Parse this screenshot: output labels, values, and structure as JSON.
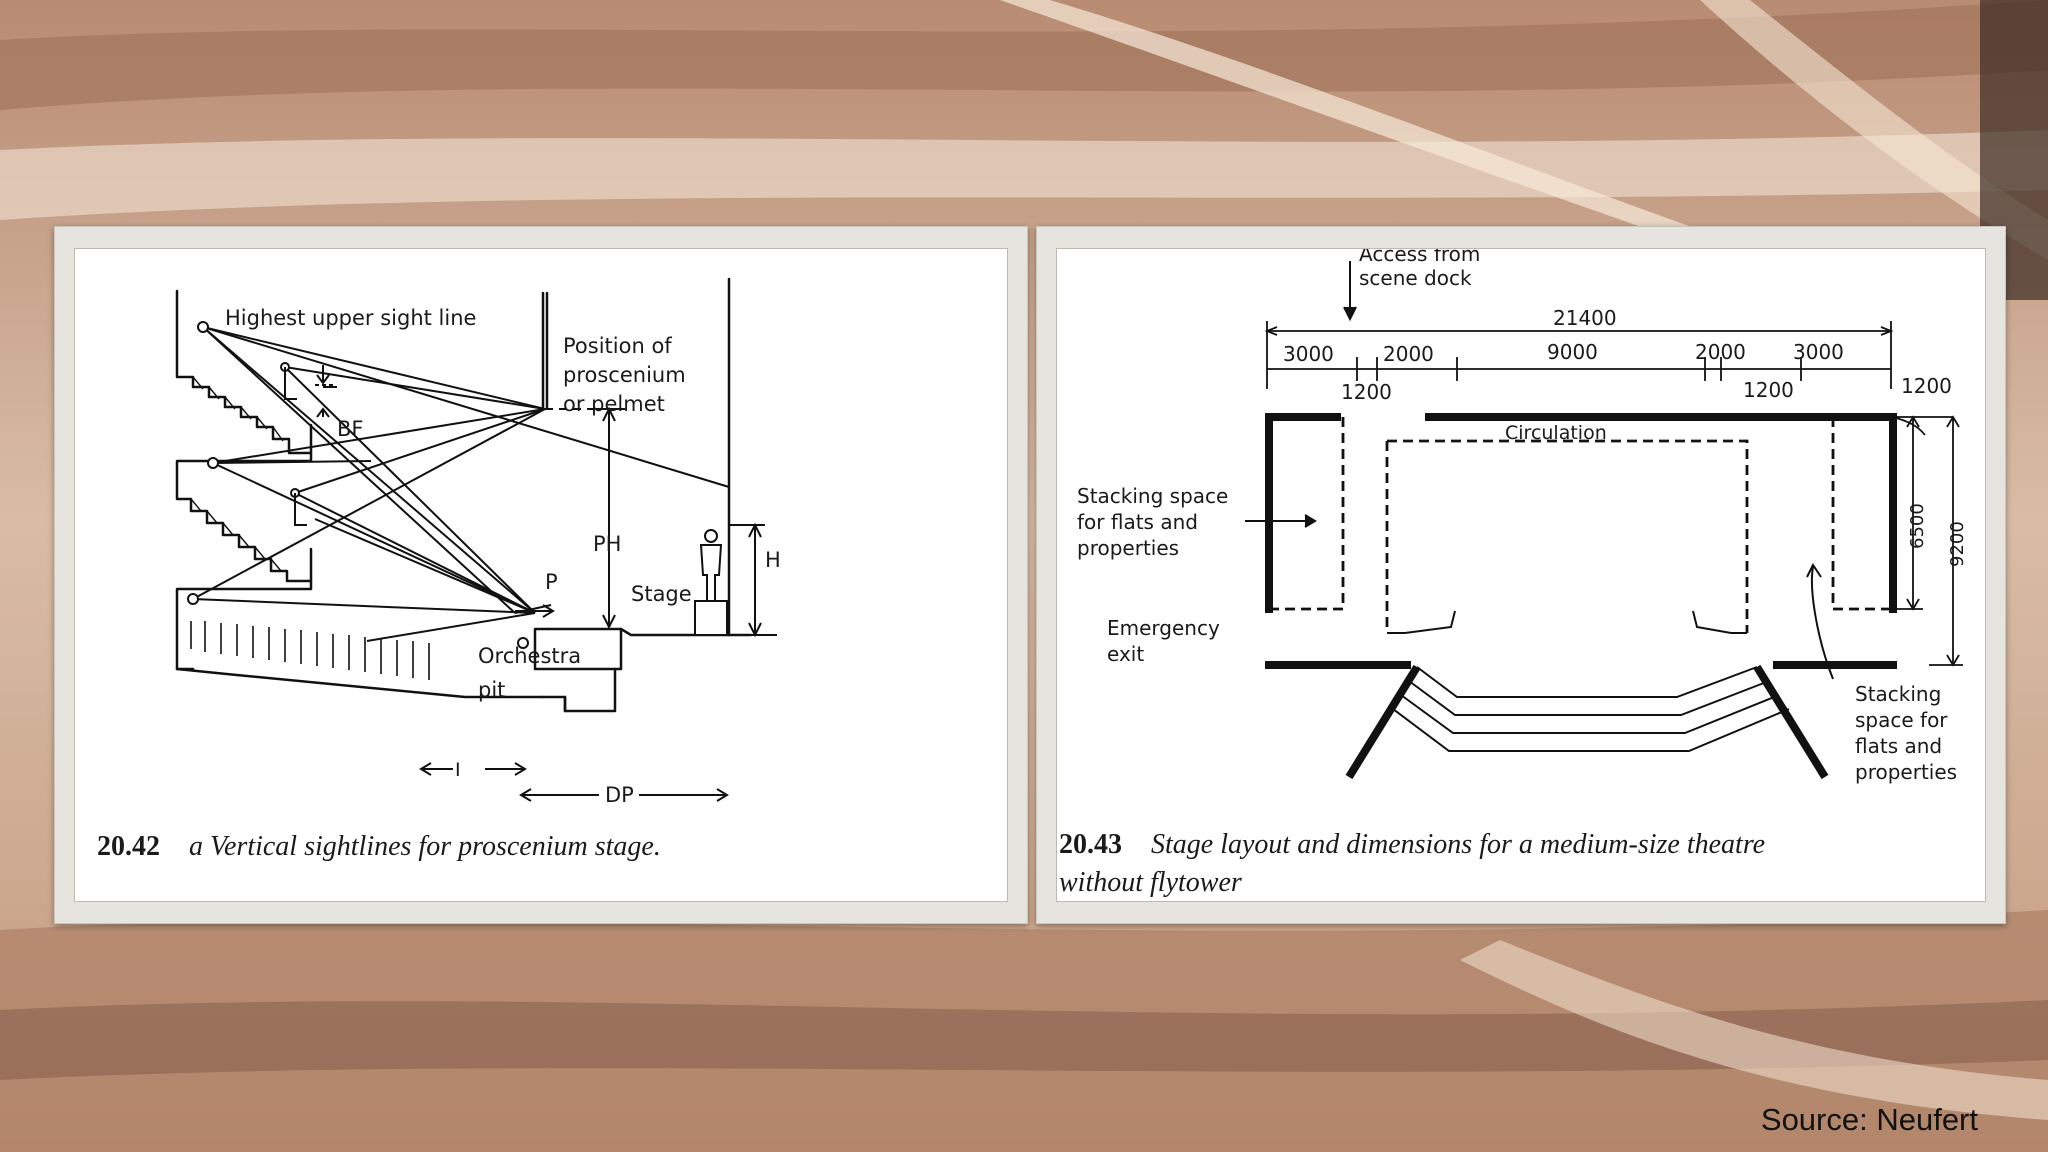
{
  "left_figure": {
    "labels": {
      "highest_sight_line": "Highest upper sight line",
      "position_line1": "Position of",
      "position_line2": "proscenium",
      "position_line3": "or pelmet",
      "bf": "BF",
      "ph": "PH",
      "h": "H",
      "p": "P",
      "stage": "Stage",
      "orchestra_line1": "Orchestra",
      "orchestra_line2": "pit",
      "i": "I",
      "dp": "DP"
    },
    "caption_number": "20.42",
    "caption_text": "a Vertical sightlines for proscenium stage."
  },
  "right_figure": {
    "labels": {
      "access_line1": "Access from",
      "access_line2": "scene dock",
      "dim_total": "21400",
      "dim_3000_left": "3000",
      "dim_2000_left": "2000",
      "dim_9000": "9000",
      "dim_2000_right": "2000",
      "dim_3000_right": "3000",
      "dim_1200_left": "1200",
      "dim_1200_mid": "1200",
      "dim_1200_right": "1200",
      "circulation": "Circulation",
      "stacking_left_line1": "Stacking space",
      "stacking_left_line2": "for flats and",
      "stacking_left_line3": "properties",
      "emergency_line1": "Emergency",
      "emergency_line2": "exit",
      "dim_6500": "6500",
      "dim_9200": "9200",
      "stacking_right_line1": "Stacking",
      "stacking_right_line2": "space for",
      "stacking_right_line3": "flats and",
      "stacking_right_line4": "properties"
    },
    "caption_number": "20.43",
    "caption_line1": "Stage layout and dimensions for a medium-size theatre",
    "caption_line2": "without flytower"
  },
  "source": "Source: Neufert"
}
